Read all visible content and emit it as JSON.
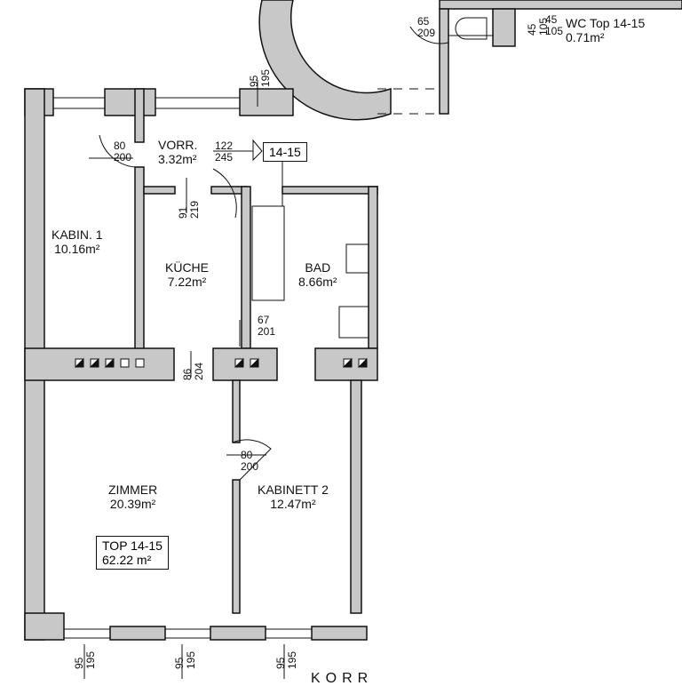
{
  "plan_label": "14-15",
  "rooms": {
    "vorr": {
      "name": "VORR.",
      "area": "3.32m²"
    },
    "kabin1": {
      "name": "KABIN. 1",
      "area": "10.16m²"
    },
    "kueche": {
      "name": "KÜCHE",
      "area": "7.22m²"
    },
    "bad": {
      "name": "BAD",
      "area": "8.66m²"
    },
    "zimmer": {
      "name": "ZIMMER",
      "area": "20.39m²"
    },
    "kabinett2": {
      "name": "KABINETT 2",
      "area": "12.47m²"
    },
    "wc": {
      "name": "WC Top 14-15",
      "area": "0.71m²"
    }
  },
  "top_summary": {
    "name": "TOP 14-15",
    "area": "62.22 m²"
  },
  "dimensions": {
    "door_vorr": [
      "80",
      "200"
    ],
    "door_entry": [
      "122",
      "245"
    ],
    "door_kueche": [
      "91",
      "219"
    ],
    "door_bad": [
      "67",
      "201"
    ],
    "door_zimmer": [
      "86",
      "204"
    ],
    "door_kabinett2": [
      "80",
      "200"
    ],
    "window_top": [
      "95",
      "195"
    ],
    "door_wc": [
      "65",
      "209"
    ],
    "wc_window": [
      "45",
      "105",
      "45",
      "105"
    ],
    "window_bottom": [
      [
        "95",
        "195"
      ],
      [
        "95",
        "195"
      ],
      [
        "95",
        "195"
      ]
    ]
  },
  "corridor_label": "KORR"
}
